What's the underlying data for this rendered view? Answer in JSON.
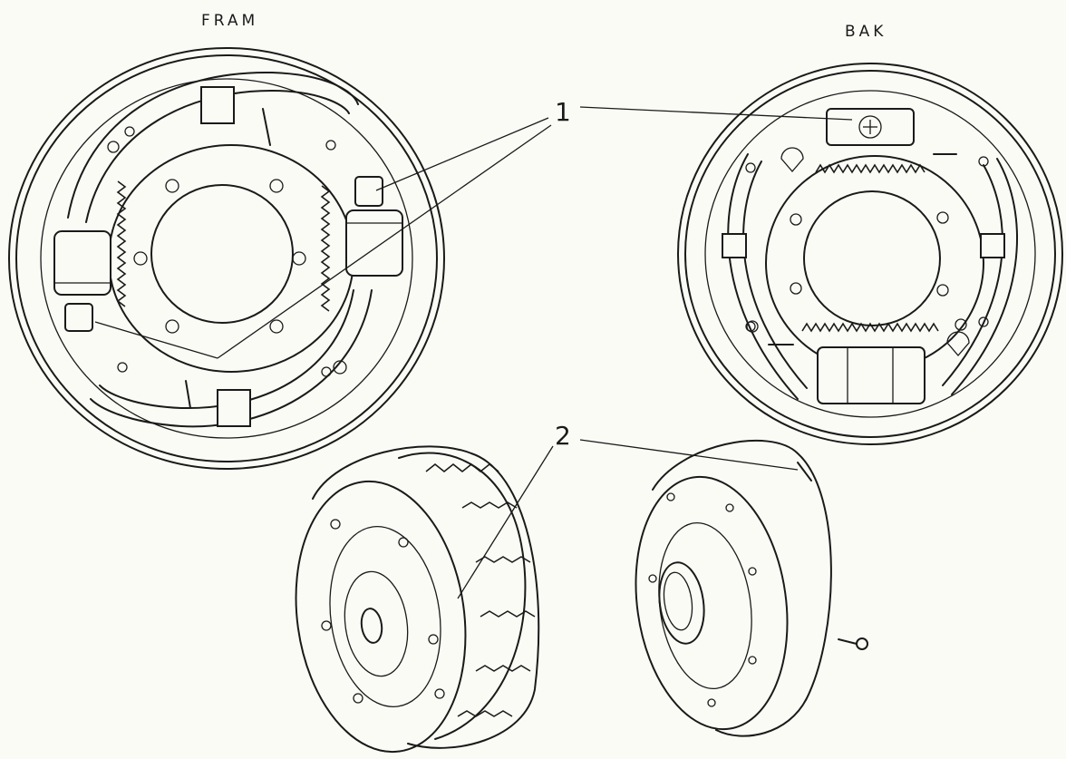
{
  "labels": {
    "front": "FRAM",
    "rear": "BAK",
    "callout_1": "1",
    "callout_2": "2"
  },
  "colors": {
    "ink": "#1a1a1a",
    "paper": "#fbfbf6"
  }
}
